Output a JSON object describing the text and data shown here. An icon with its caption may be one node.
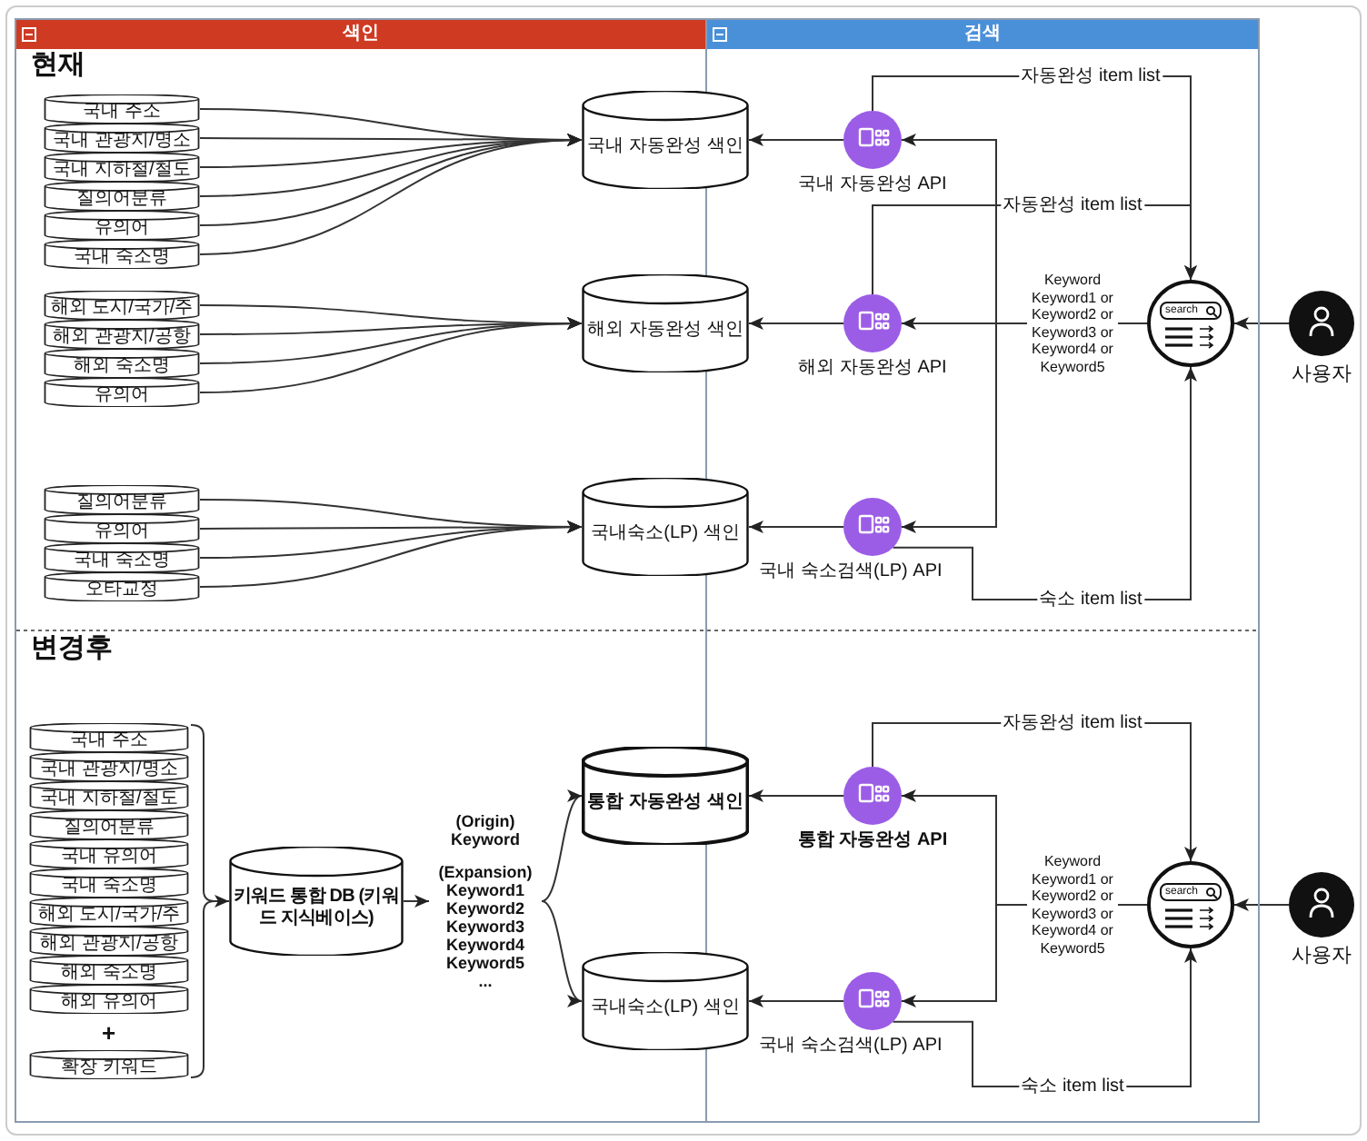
{
  "diagram": {
    "nodes": [
      {
        "text": [
          "색인"
        ]
      },
      {
        "text": [
          "검색"
        ]
      },
      {
        "text": [
          "국내 주소"
        ],
        "in": 0
      },
      {
        "text": [
          "국내 관광지/명소"
        ],
        "in": 0
      },
      {
        "text": [
          "국내 지하철/철도"
        ],
        "in": 0
      },
      {
        "text": [
          "질의어분류"
        ],
        "in": 0
      },
      {
        "text": [
          "유의어"
        ],
        "in": 0
      },
      {
        "text": [
          "국내 숙소명"
        ],
        "in": 0
      },
      {
        "text": [
          "해외 도시/국가/주"
        ],
        "in": 0
      },
      {
        "text": [
          "해외 관광지/공항"
        ],
        "in": 0
      },
      {
        "text": [
          "해외 숙소명"
        ],
        "in": 0
      },
      {
        "text": [
          "유의어"
        ],
        "in": 0
      },
      {
        "text": [
          "질의어분류"
        ],
        "in": 0
      },
      {
        "text": [
          "유의어"
        ],
        "in": 0
      },
      {
        "text": [
          "국내 숙소명"
        ],
        "in": 0
      },
      {
        "text": [
          "오타교정"
        ],
        "in": 0
      },
      {
        "text": [
          "국내 자동완성 색인"
        ]
      },
      {
        "text": [
          "해외 자동완성 색인"
        ]
      },
      {
        "text": [
          "국내숙소(LP) 색인"
        ]
      },
      {
        "text": [
          "국내 자동완성 API"
        ],
        "in": 1
      },
      {
        "text": [
          "해외 자동완성 API"
        ],
        "in": 1
      },
      {
        "text": [
          "국내 숙소검색(LP) API"
        ],
        "in": 1
      },
      {
        "text": [
          "search"
        ],
        "in": 1
      },
      {
        "text": [
          "사용자"
        ]
      },
      {
        "text": [
          "국내 주소"
        ],
        "in": 0
      },
      {
        "text": [
          "국내 관광지/명소"
        ],
        "in": 0
      },
      {
        "text": [
          "국내 지하철/철도"
        ],
        "in": 0
      },
      {
        "text": [
          "질의어분류"
        ],
        "in": 0
      },
      {
        "text": [
          "국내 유의어"
        ],
        "in": 0
      },
      {
        "text": [
          "국내 숙소명"
        ],
        "in": 0
      },
      {
        "text": [
          "해외 도시/국가/주"
        ],
        "in": 0
      },
      {
        "text": [
          "해외 관광지/공항"
        ],
        "in": 0
      },
      {
        "text": [
          "해외 숙소명"
        ],
        "in": 0
      },
      {
        "text": [
          "해외 유의어"
        ],
        "in": 0
      },
      {
        "text": [
          "확장 키워드"
        ],
        "in": 0
      },
      {
        "text": [
          "키워드 통합 DB (키워드 지식베이스)"
        ],
        "in": 0
      },
      {
        "text": [
          "(Origin) Keyword",
          "(Expansion) Keyword1 Keyword2 Keyword3 Keyword4 Keyword5 ..."
        ],
        "in": 0
      },
      {
        "text": [
          "통합 자동완성 색인"
        ]
      },
      {
        "text": [
          "국내숙소(LP) 색인"
        ]
      },
      {
        "text": [
          "통합 자동완성 API"
        ],
        "in": 1
      },
      {
        "text": [
          "국내 숙소검색(LP) API"
        ],
        "in": 1
      },
      {
        "text": [
          "search"
        ],
        "in": 1
      },
      {
        "text": [
          "사용자"
        ]
      },
      {
        "text": [],
        "shape": "bracket",
        "in": 0
      }
    ],
    "edges": [
      {
        "from": 2,
        "to": 16,
        "arrow": "to"
      },
      {
        "from": 3,
        "to": 16,
        "arrow": "to"
      },
      {
        "from": 4,
        "to": 16,
        "arrow": "to"
      },
      {
        "from": 5,
        "to": 16,
        "arrow": "to"
      },
      {
        "from": 6,
        "to": 16,
        "arrow": "to"
      },
      {
        "from": 7,
        "to": 16,
        "arrow": "to"
      },
      {
        "from": 8,
        "to": 17,
        "arrow": "to"
      },
      {
        "from": 9,
        "to": 17,
        "arrow": "to"
      },
      {
        "from": 10,
        "to": 17,
        "arrow": "to"
      },
      {
        "from": 11,
        "to": 17,
        "arrow": "to"
      },
      {
        "from": 12,
        "to": 18,
        "arrow": "to"
      },
      {
        "from": 13,
        "to": 18,
        "arrow": "to"
      },
      {
        "from": 14,
        "to": 18,
        "arrow": "to"
      },
      {
        "from": 15,
        "to": 18,
        "arrow": "to"
      },
      {
        "from": 19,
        "to": 16,
        "arrow": "to"
      },
      {
        "from": 20,
        "to": 17,
        "arrow": "to"
      },
      {
        "from": 21,
        "to": 18,
        "arrow": "to"
      },
      {
        "from": 22,
        "to": 19,
        "arrow": "to"
      },
      {
        "from": 22,
        "to": 20,
        "arrow": "to",
        "label": "Keyword Keyword1 or Keyword2 or Keyword3 or Keyword4 or Keyword5"
      },
      {
        "from": 22,
        "to": 21,
        "arrow": "to"
      },
      {
        "from": 19,
        "to": 22,
        "arrow": "to",
        "label": "자동완성 item list"
      },
      {
        "from": 20,
        "to": 22,
        "arrow": "to",
        "label": "자동완성 item list"
      },
      {
        "from": 21,
        "to": 22,
        "arrow": "to",
        "label": "숙소 item list"
      },
      {
        "from": 23,
        "to": 22,
        "arrow": "to"
      },
      {
        "from": 43,
        "to": 35,
        "arrow": "to"
      },
      {
        "from": 35,
        "to": 36,
        "arrow": "to"
      },
      {
        "from": 36,
        "to": 37,
        "arrow": "to"
      },
      {
        "from": 36,
        "to": 38,
        "arrow": "to"
      },
      {
        "from": 39,
        "to": 37,
        "arrow": "to"
      },
      {
        "from": 40,
        "to": 38,
        "arrow": "to"
      },
      {
        "from": 41,
        "to": 39,
        "arrow": "to",
        "label": "Keyword Keyword1 or Keyword2 or Keyword3 or Keyword4 or Keyword5"
      },
      {
        "from": 41,
        "to": 40,
        "arrow": "to"
      },
      {
        "from": 39,
        "to": 41,
        "arrow": "to",
        "label": "자동완성 item list"
      },
      {
        "from": 40,
        "to": 41,
        "arrow": "to",
        "label": "숙소 item list"
      },
      {
        "from": 42,
        "to": 41,
        "arrow": "to"
      }
    ],
    "labels": [
      "현재",
      "변경후",
      "+"
    ]
  }
}
